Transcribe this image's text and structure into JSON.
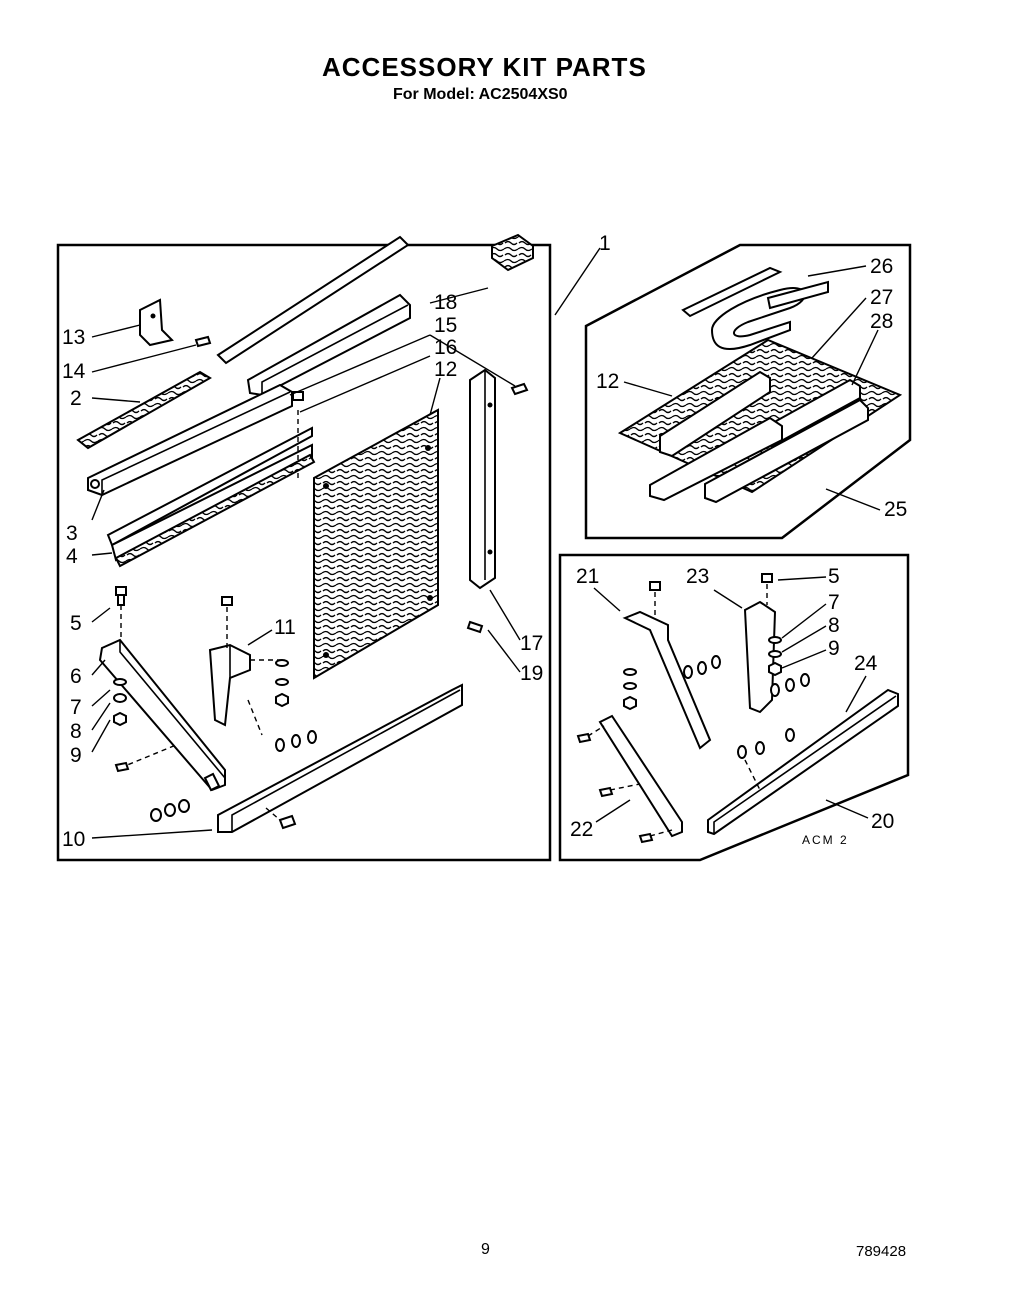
{
  "header": {
    "title": "ACCESSORY KIT PARTS",
    "subtitle": "For Model: AC2504XS0"
  },
  "footer": {
    "page_number": "9",
    "document_number": "789428"
  },
  "diagram": {
    "code": "ACM 2",
    "callouts": {
      "c1": "1",
      "c2": "2",
      "c3": "3",
      "c4": "4",
      "c5a": "5",
      "c5b": "5",
      "c6": "6",
      "c7a": "7",
      "c7b": "7",
      "c8a": "8",
      "c8b": "8",
      "c9a": "9",
      "c9b": "9",
      "c10": "10",
      "c11": "11",
      "c12a": "12",
      "c12b": "12",
      "c13": "13",
      "c14": "14",
      "c15": "15",
      "c16": "16",
      "c17": "17",
      "c18": "18",
      "c19": "19",
      "c20": "20",
      "c21": "21",
      "c22": "22",
      "c23": "23",
      "c24": "24",
      "c25": "25",
      "c26": "26",
      "c27": "27",
      "c28": "28"
    }
  }
}
